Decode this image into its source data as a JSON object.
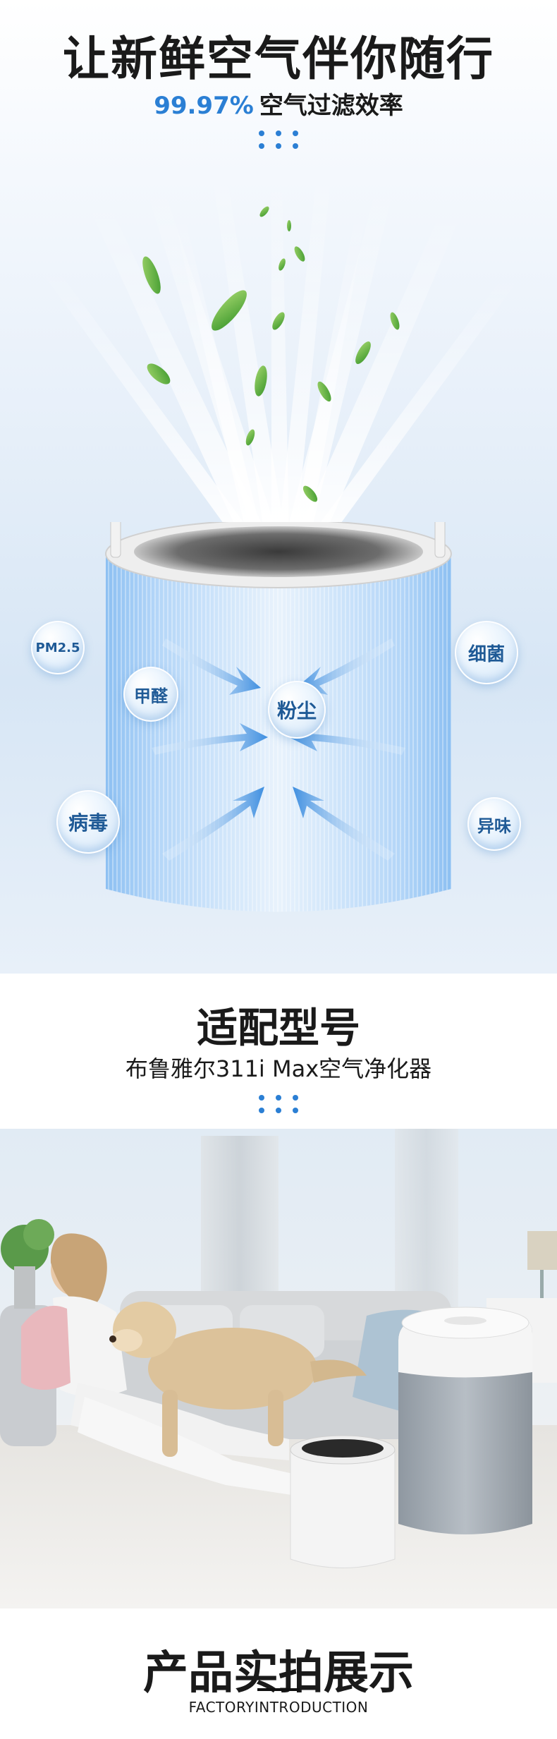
{
  "hero": {
    "title": "让新鲜空气伴你随行",
    "subtitle_percent": "99.97%",
    "subtitle_text": "空气过滤效率",
    "accent_color": "#2b7fd4"
  },
  "pollutants": {
    "pm25": "PM2.5",
    "formaldehyde": "甲醛",
    "dust": "粉尘",
    "bacteria": "细菌",
    "virus": "病毒",
    "odor": "异味"
  },
  "model": {
    "title": "适配型号",
    "subtitle": "布鲁雅尔311i Max空气净化器"
  },
  "footer": {
    "title": "产品实拍展示",
    "subtitle": "FACTORYINTRODUCTION"
  }
}
